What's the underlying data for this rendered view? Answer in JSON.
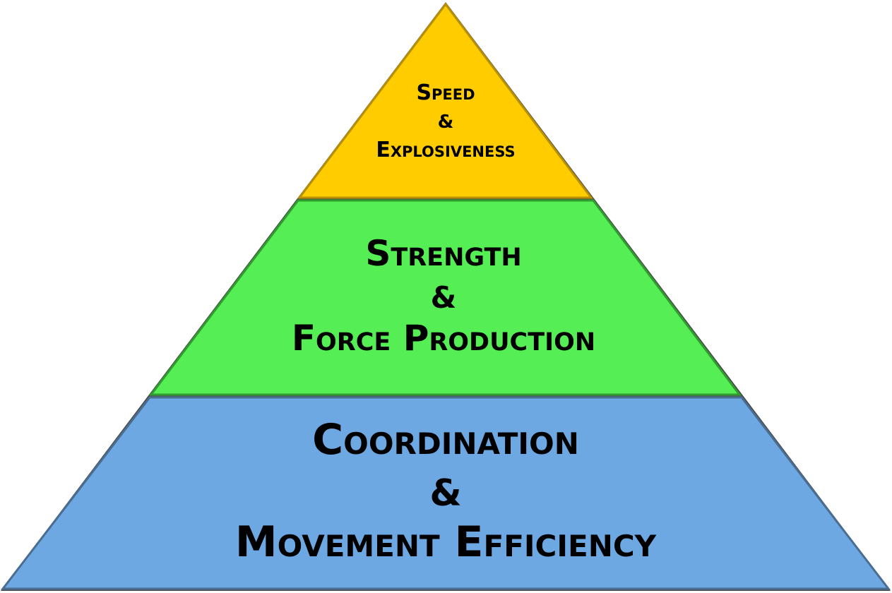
{
  "diagram": {
    "type": "pyramid",
    "tiers": [
      {
        "level": "top",
        "line1": "Speed",
        "line2": "&",
        "line3": "Explosiveness",
        "color": "#FFCC00"
      },
      {
        "level": "middle",
        "line1": "Strength",
        "line2": "&",
        "line3": "Force Production",
        "color": "#55EE55"
      },
      {
        "level": "bottom",
        "line1": "Coordination",
        "line2": "&",
        "line3": "Movement Efficiency",
        "color": "#6EA8E3"
      }
    ]
  }
}
